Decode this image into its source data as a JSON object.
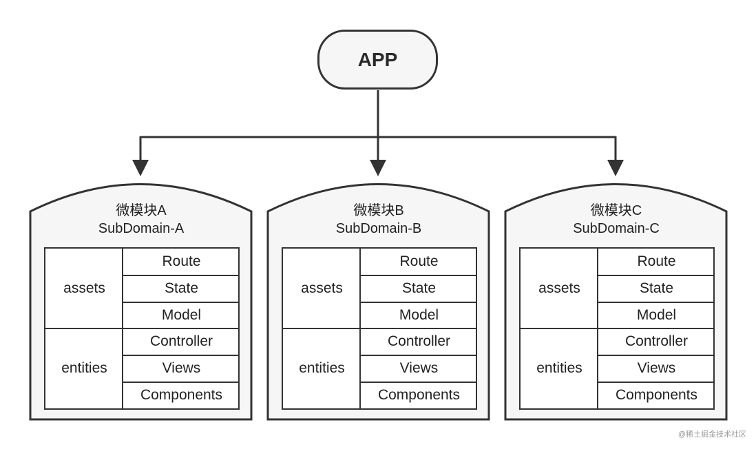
{
  "app": {
    "label": "APP"
  },
  "modules": [
    {
      "title_cn": "微模块A",
      "title_en": "SubDomain-A",
      "groups": [
        {
          "label": "assets",
          "items": [
            "Route",
            "State",
            "Model"
          ]
        },
        {
          "label": "entities",
          "items": [
            "Controller",
            "Views",
            "Components"
          ]
        }
      ]
    },
    {
      "title_cn": "微模块B",
      "title_en": "SubDomain-B",
      "groups": [
        {
          "label": "assets",
          "items": [
            "Route",
            "State",
            "Model"
          ]
        },
        {
          "label": "entities",
          "items": [
            "Controller",
            "Views",
            "Components"
          ]
        }
      ]
    },
    {
      "title_cn": "微模块C",
      "title_en": "SubDomain-C",
      "groups": [
        {
          "label": "assets",
          "items": [
            "Route",
            "State",
            "Model"
          ]
        },
        {
          "label": "entities",
          "items": [
            "Controller",
            "Views",
            "Components"
          ]
        }
      ]
    }
  ],
  "colors": {
    "stroke": "#333333",
    "fill": "#f6f6f6"
  },
  "watermark": "@稀土掘金技术社区"
}
